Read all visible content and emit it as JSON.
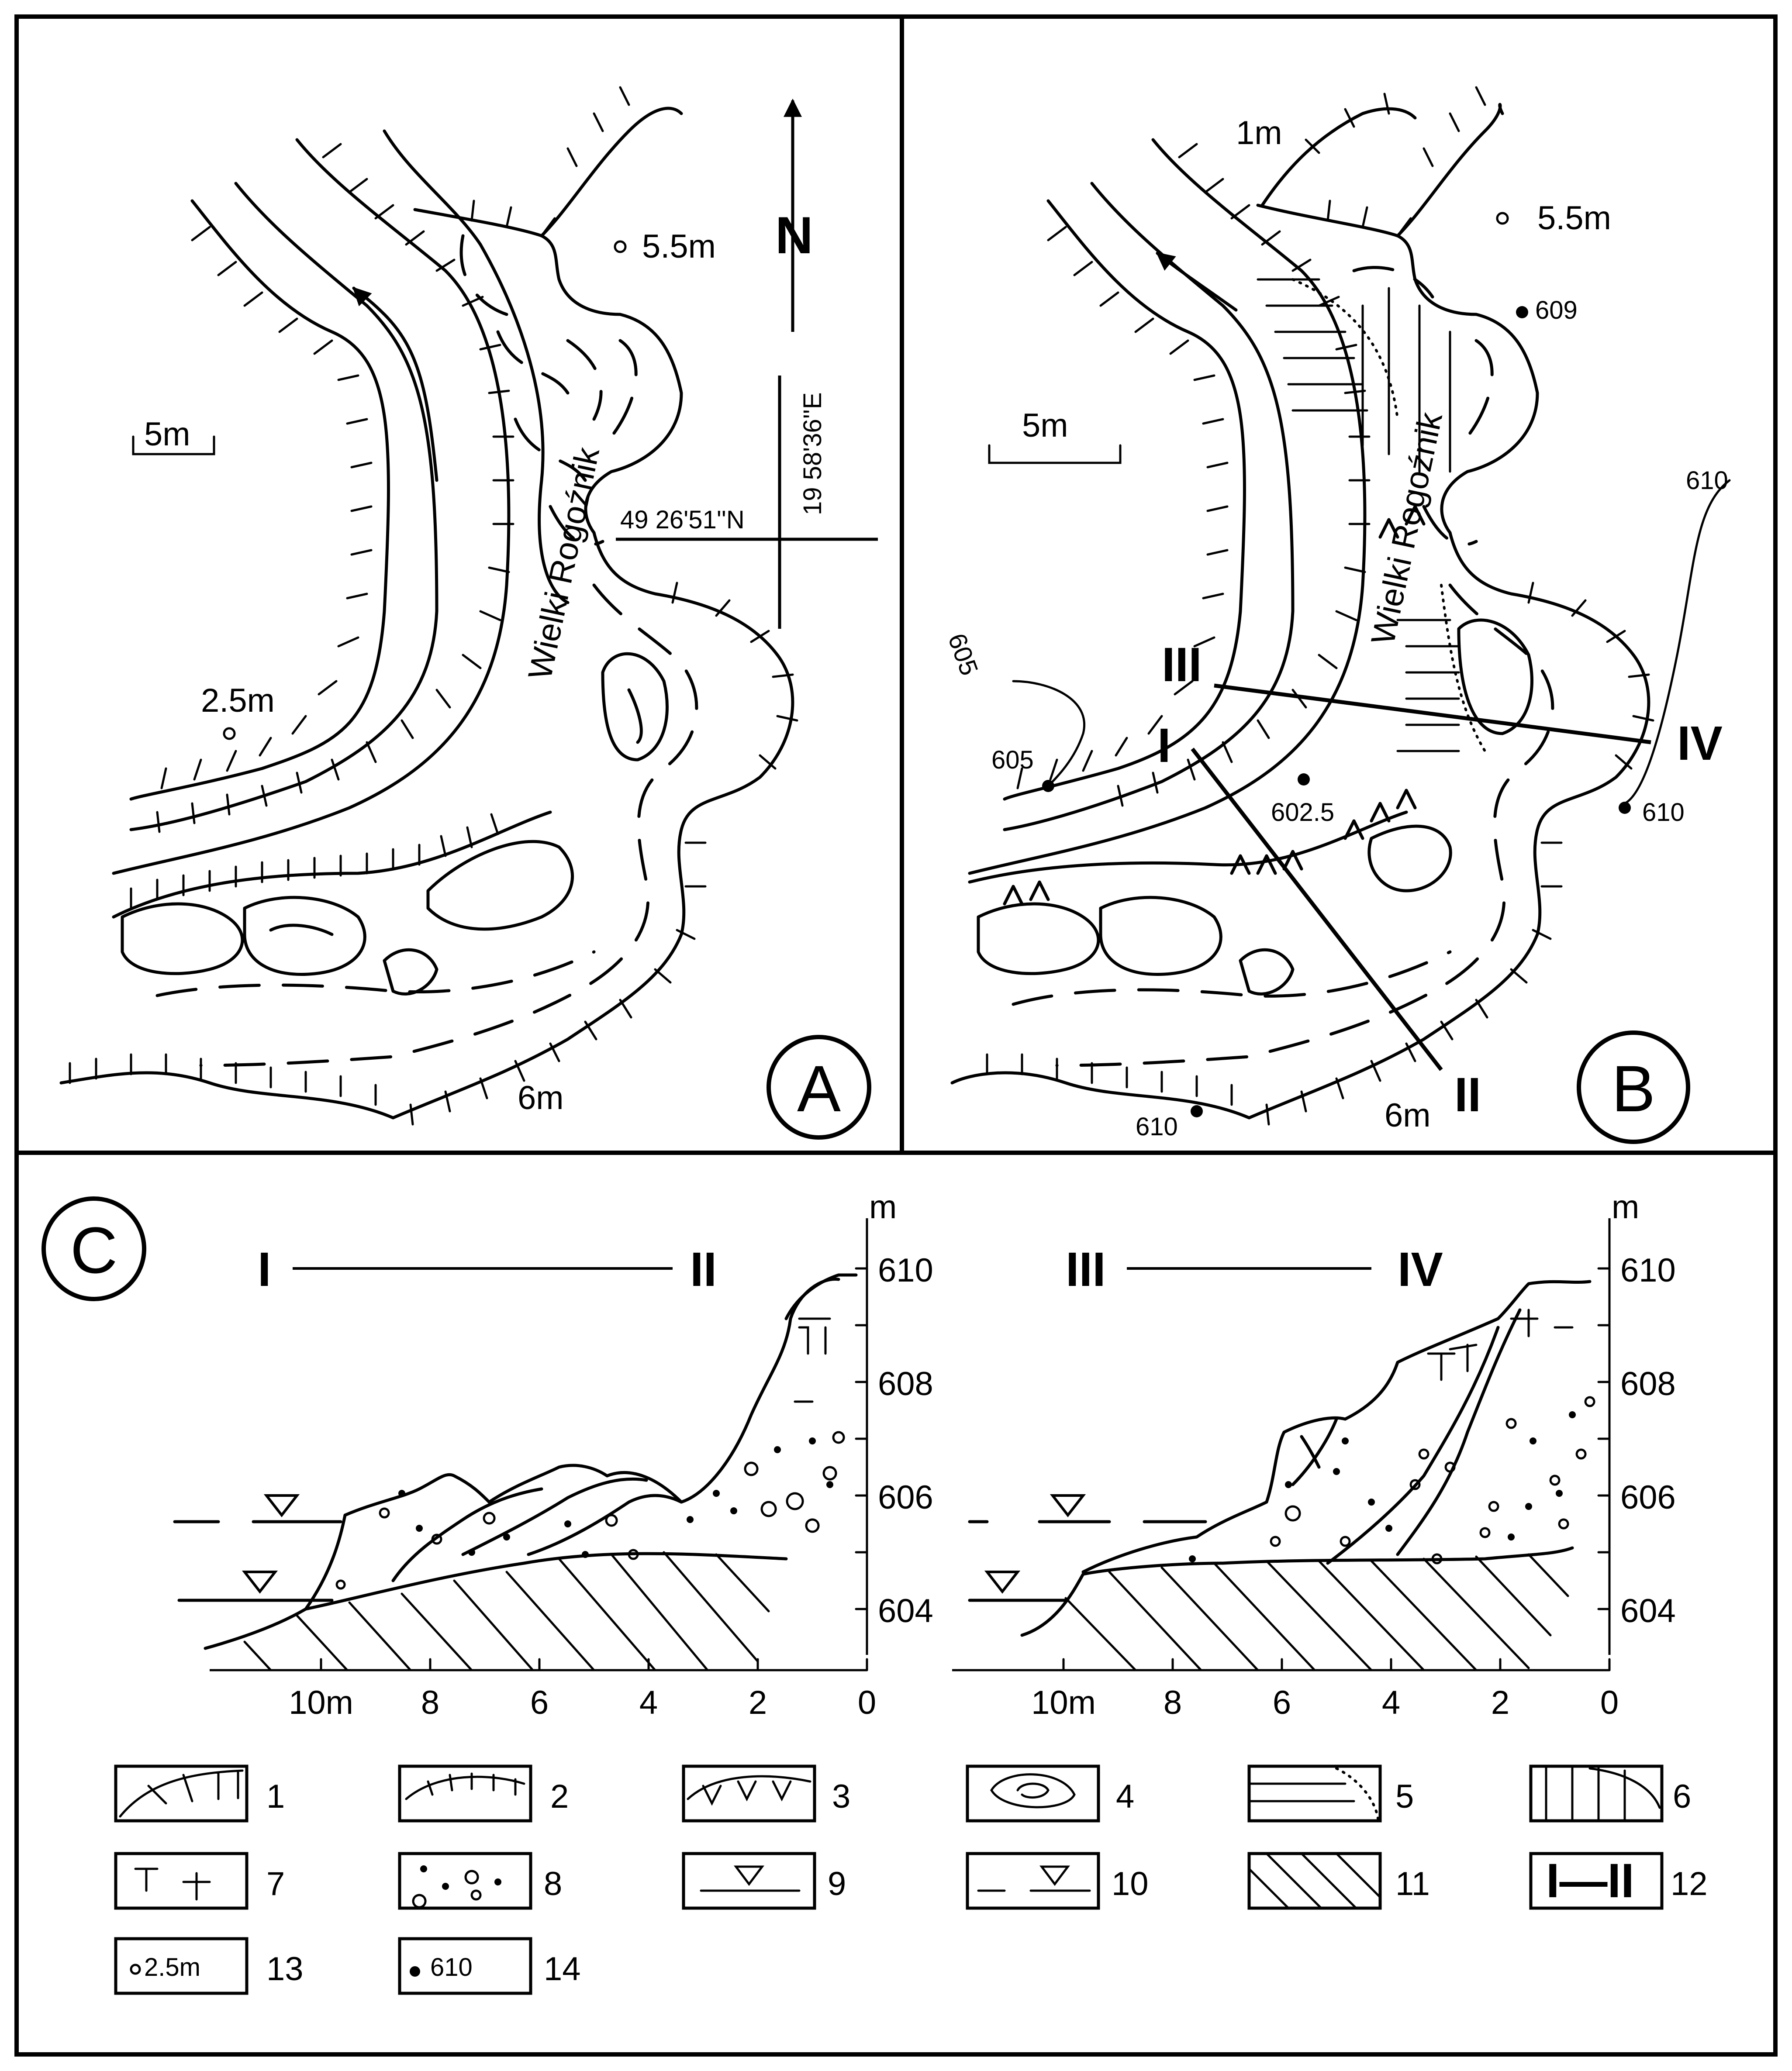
{
  "panels": {
    "a": {
      "letter": "A",
      "river": "Wielki Rogoźnik",
      "north": "N",
      "scale": "5m",
      "lon": "19 58'36''E",
      "lat": "49 26'51''N",
      "labels": [
        "5.5m",
        "2.5m",
        "6m"
      ]
    },
    "b": {
      "letter": "B",
      "river": "Wielki Rogoźnik",
      "scale": "5m",
      "labels": [
        "1m",
        "5.5m",
        "6m"
      ],
      "contours": [
        "605",
        "610"
      ],
      "spot_heights": [
        "609",
        "605",
        "602.5",
        "610",
        "610"
      ],
      "sections": [
        "I",
        "II",
        "III",
        "IV"
      ]
    },
    "c": {
      "letter": "C",
      "profiles": [
        {
          "from": "I",
          "to": "II"
        },
        {
          "from": "III",
          "to": "IV"
        }
      ],
      "y_unit": "m",
      "y_ticks": [
        "610",
        "608",
        "606",
        "604"
      ],
      "x_ticks": [
        "10m",
        "8",
        "6",
        "4",
        "2",
        "0"
      ]
    }
  },
  "legend": [
    {
      "num": "1",
      "icon": "scarp-icon"
    },
    {
      "num": "2",
      "icon": "terrace-edge-icon"
    },
    {
      "num": "3",
      "icon": "triangle-edge-icon"
    },
    {
      "num": "4",
      "icon": "depression-icon"
    },
    {
      "num": "5",
      "icon": "horizontal-hatch-icon"
    },
    {
      "num": "6",
      "icon": "vertical-hatch-icon"
    },
    {
      "num": "7",
      "icon": "cross-symbol-icon"
    },
    {
      "num": "8",
      "icon": "gravel-icon"
    },
    {
      "num": "9",
      "icon": "water-level-icon"
    },
    {
      "num": "10",
      "icon": "dashed-water-level-icon"
    },
    {
      "num": "11",
      "icon": "diagonal-hatch-icon"
    },
    {
      "num": "12",
      "text": "I—II"
    },
    {
      "num": "13",
      "text": "2.5m",
      "icon": "open-circle-icon"
    },
    {
      "num": "14",
      "text": "610",
      "icon": "filled-dot-icon"
    }
  ]
}
